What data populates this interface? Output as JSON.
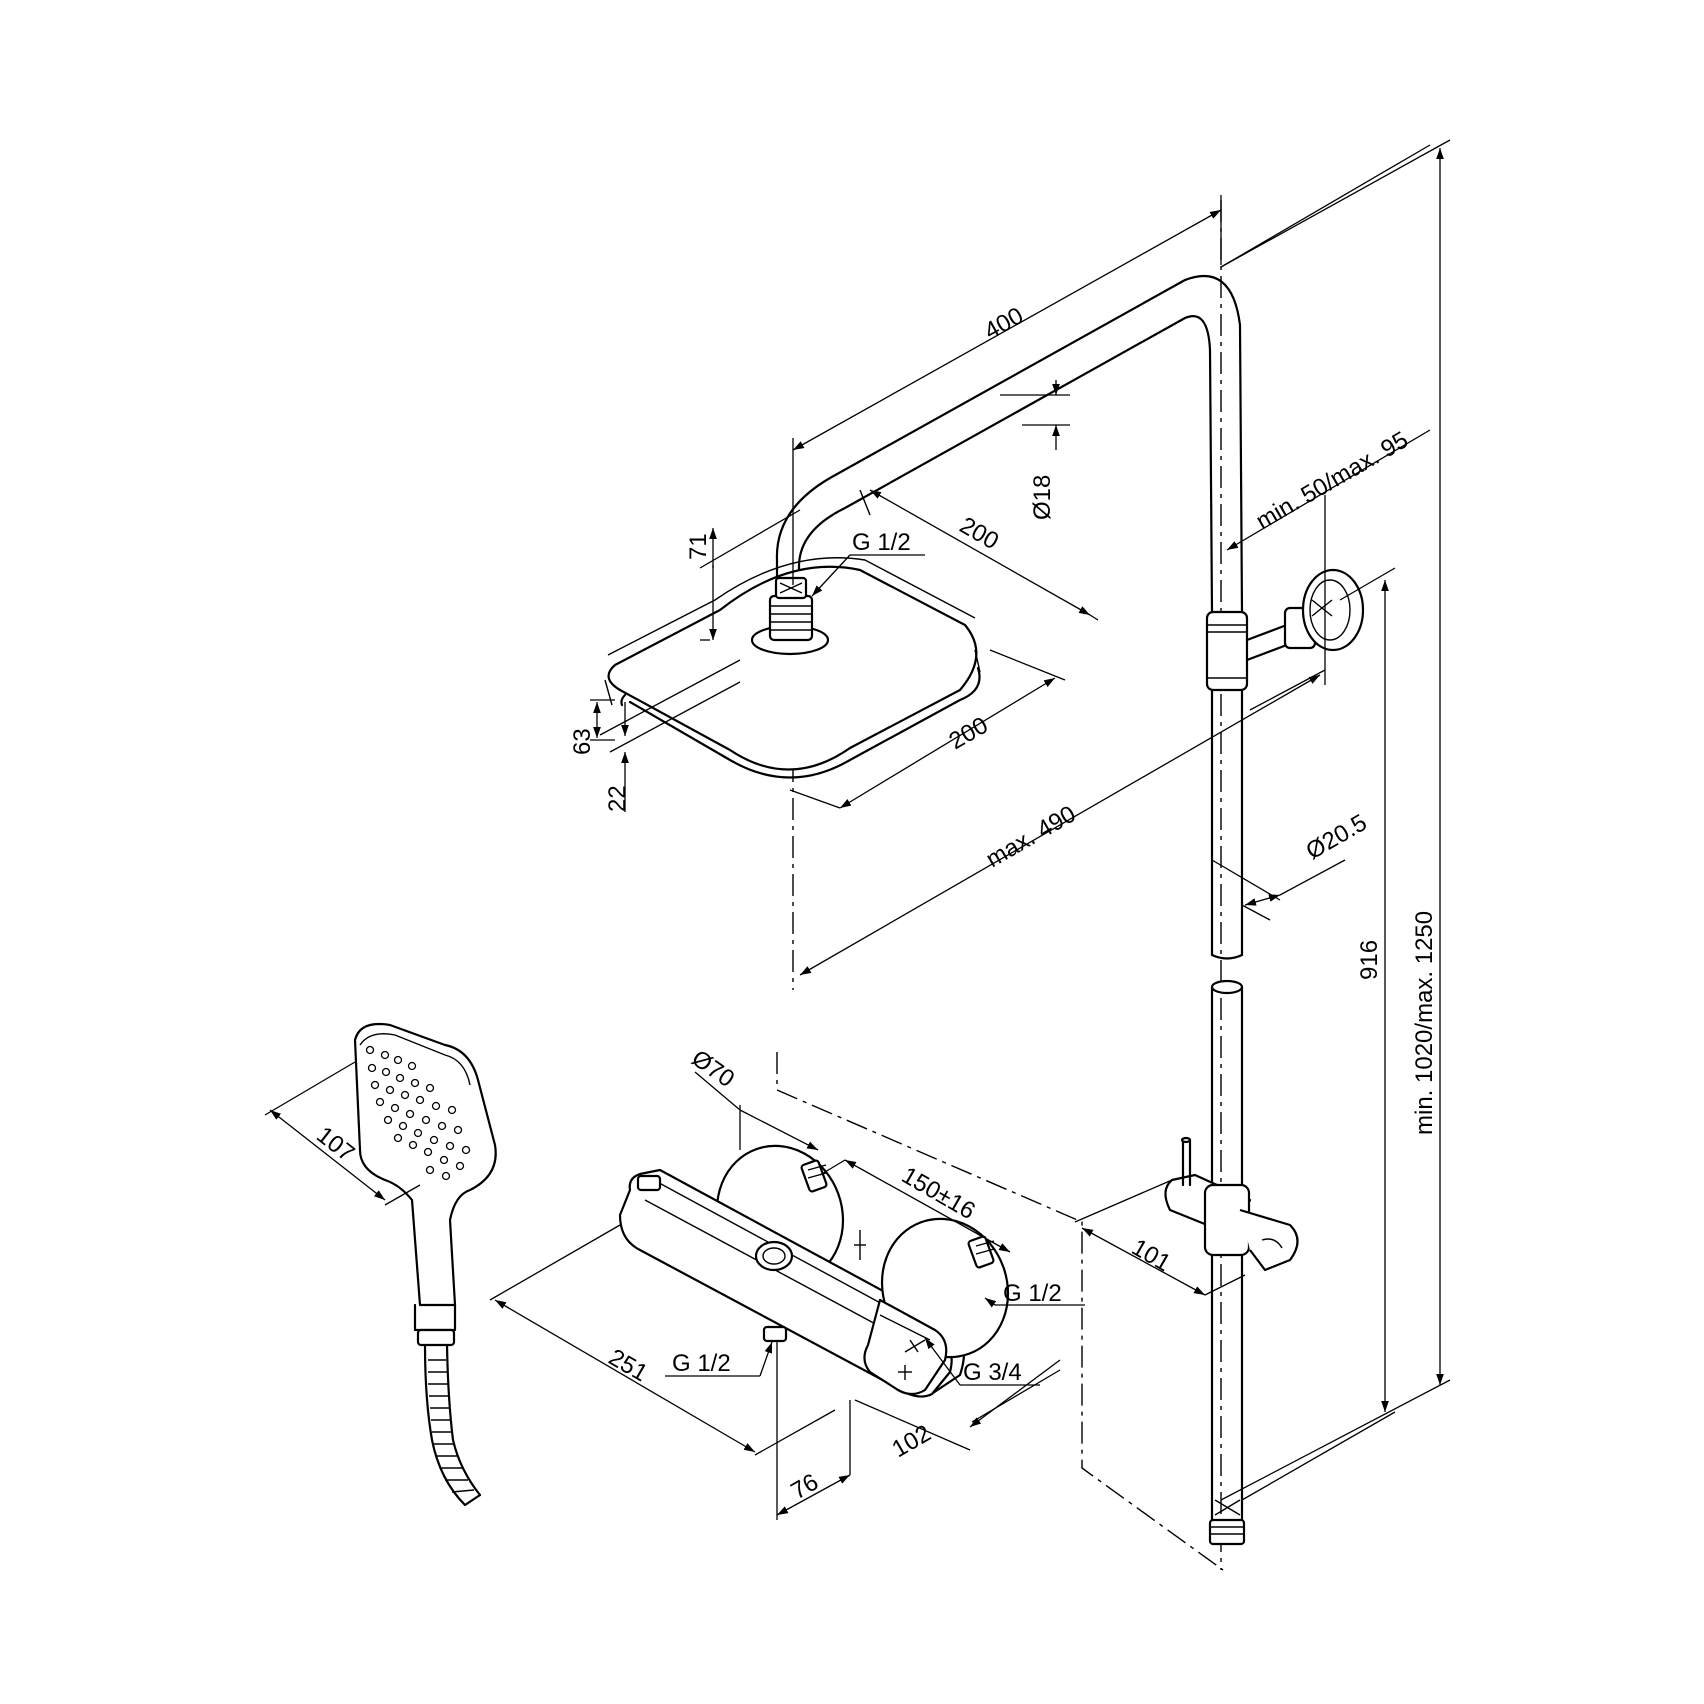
{
  "dimensions": {
    "arm_length": "400",
    "arm_diameter": "Ø18",
    "head_connection": "G 1/2",
    "head_depth": "200",
    "head_width": "200",
    "head_arm_drop": "71",
    "head_height": "63",
    "head_plate": "22",
    "max_projection": "max. 490",
    "bracket_offset": "min. 50/max. 95",
    "rail_diameter": "Ø20.5",
    "rail_outlet_height": "916",
    "overall_height": "min. 1020/max. 1250",
    "hand_shower_width": "107",
    "cover_diameter": "Ø70",
    "inlet_spacing": "150±16",
    "top_outlet": "G 1/2",
    "inlet_connection": "G 3/4",
    "bottom_outlet": "G 1/2",
    "mixer_length": "251",
    "mixer_depth": "102",
    "mixer_outlet_offset": "76",
    "slider_offset": "101"
  }
}
